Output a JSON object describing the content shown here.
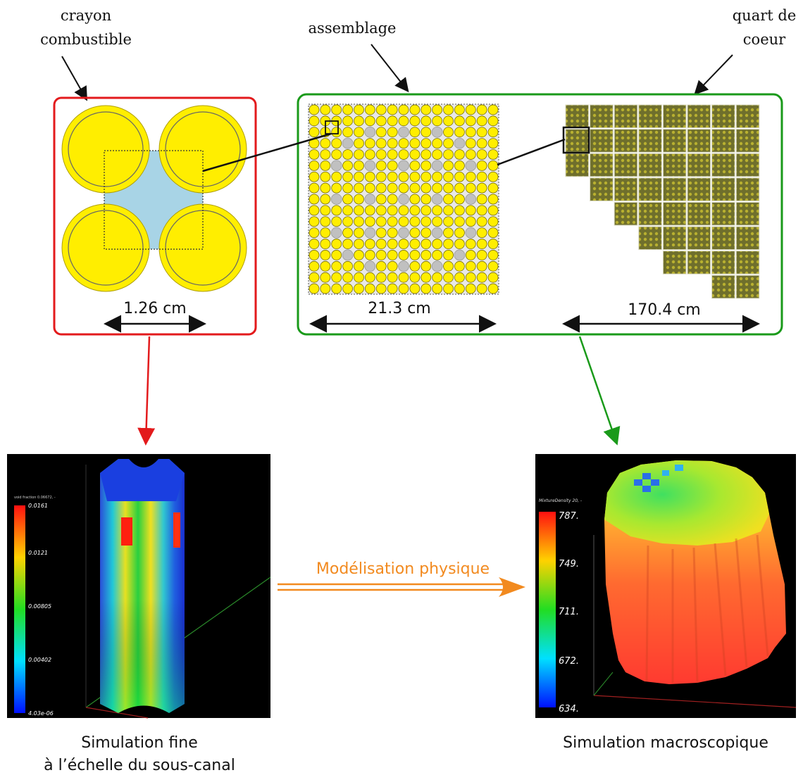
{
  "labels": {
    "crayon_line1": "crayon",
    "crayon_line2": "combustible",
    "assemblage": "assemblage",
    "quart_line1": "quart de",
    "quart_line2": "coeur"
  },
  "dimensions": {
    "pin": "1.26 cm",
    "assembly": "21.3 cm",
    "core": "170.4 cm"
  },
  "arrow_text": "Modélisation physique",
  "captions": {
    "fine_line1": "Simulation fine",
    "fine_line2": "à l’échelle du sous-canal",
    "macro": "Simulation macroscopique"
  },
  "fine_colorbar": {
    "title": "void fraction 0.06672, -",
    "ticks": [
      "0.0161",
      "0.0121",
      "0.00805",
      "0.00402",
      "4.03e-06"
    ]
  },
  "macro_colorbar": {
    "title": "MixtureDensity 20, -",
    "ticks": [
      "787.",
      "749.",
      "711.",
      "672.",
      "634."
    ]
  },
  "colors": {
    "red_box": "#e31a1c",
    "green_box": "#1a9a1a",
    "orange_arrow": "#f28a1f",
    "fuel_yellow": "#ffee00",
    "guide_grey": "#c0c0c0",
    "coolant_blue": "#a8d4e6",
    "core_olive": "#6b6b2a"
  }
}
